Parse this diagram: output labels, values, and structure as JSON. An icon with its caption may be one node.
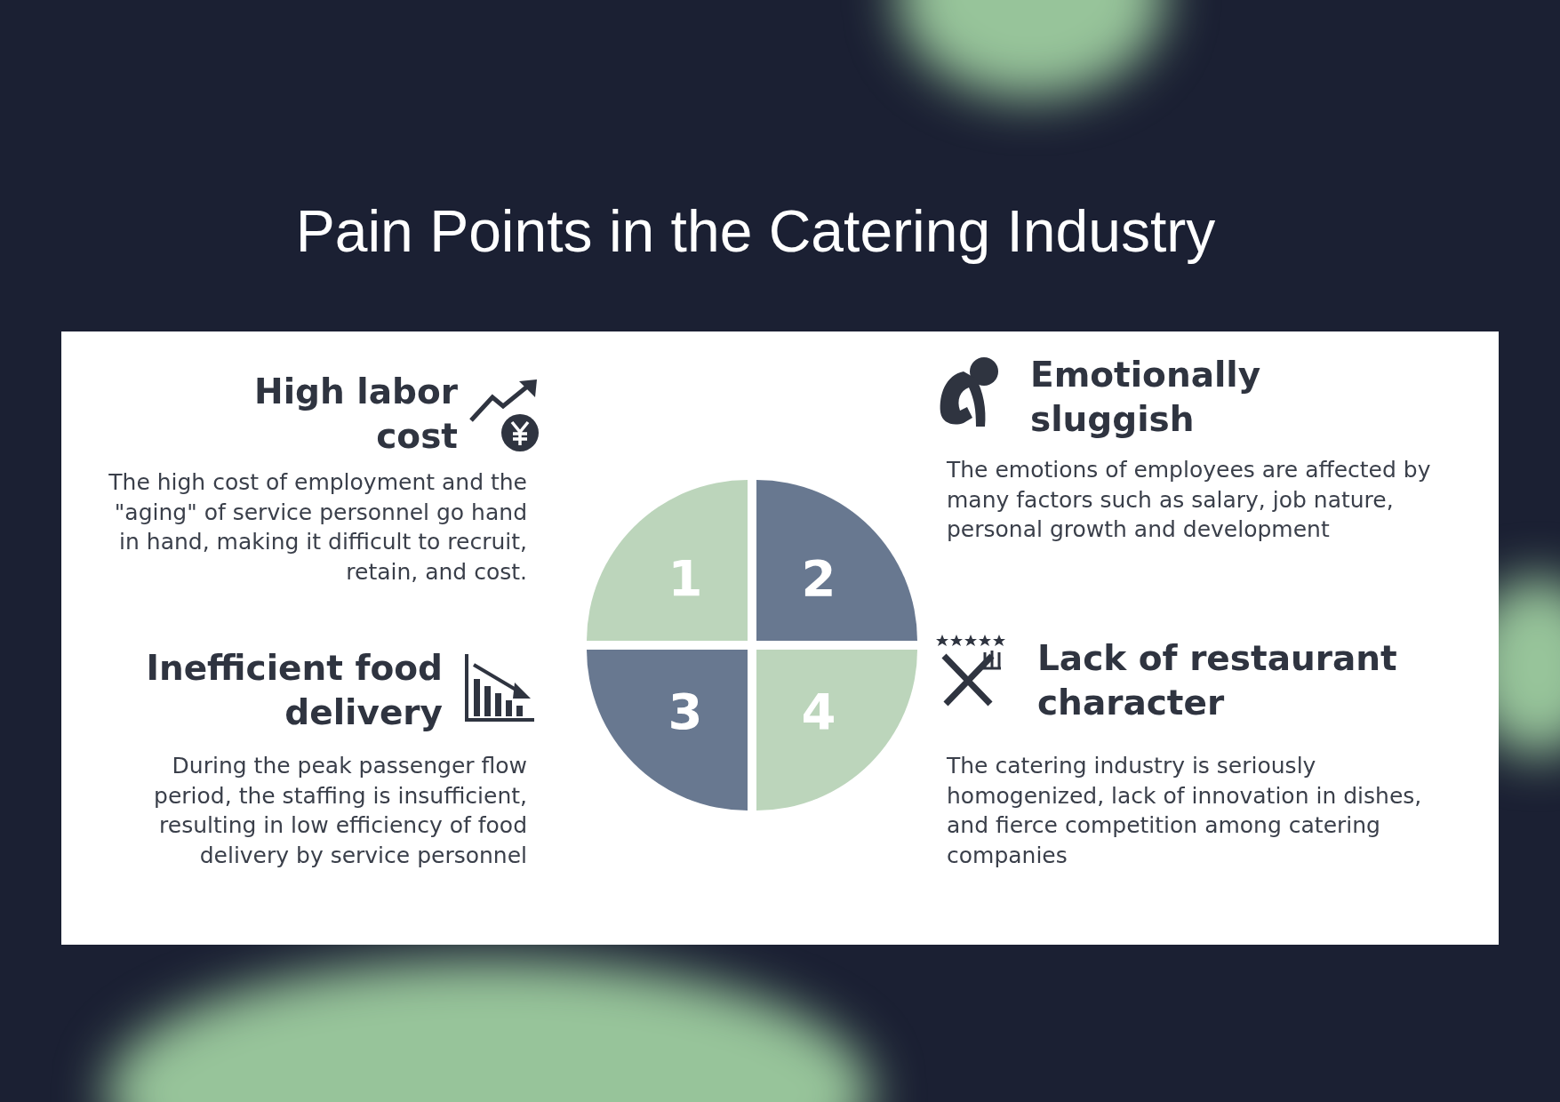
{
  "diagram": {
    "title": "Pain Points in the Catering Industry",
    "nodes": [
      {
        "text": [
          "1"
        ]
      },
      {
        "text": [
          "2"
        ]
      },
      {
        "text": [
          "3"
        ]
      },
      {
        "text": [
          "4"
        ]
      }
    ],
    "labels": [
      "High labor cost",
      "The high cost of employment and the \"aging\" of service personnel go hand in hand, making it difficult to recruit, retain, and cost.",
      "Emotionally sluggish",
      "The emotions of employees are affected by many factors such as salary, job nature, personal growth and development",
      "Inefficient food delivery",
      "During the peak passenger flow period, the staffing is insufficient, resulting in low efficiency of food delivery by service personnel",
      "Lack of restaurant character",
      "The catering industry is seriously homogenized, lack of innovation in dishes, and fierce competition among catering companies"
    ]
  }
}
